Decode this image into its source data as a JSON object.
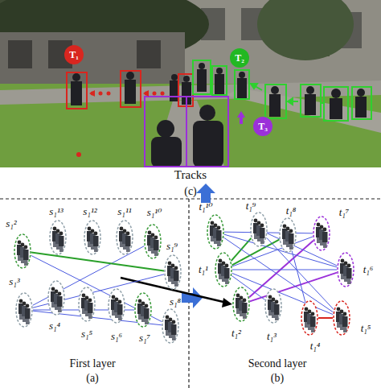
{
  "diagram": {
    "nodes": [
      {
        "text": [
          "T₁"
        ]
      },
      {
        "text": [
          "T₂"
        ]
      },
      {
        "text": [
          "T₃"
        ]
      },
      {
        "text": [
          "s₁²"
        ]
      },
      {
        "text": [
          "s₁¹³"
        ]
      },
      {
        "text": [
          "s₁¹²"
        ]
      },
      {
        "text": [
          "s₁¹¹"
        ]
      },
      {
        "text": [
          "s₁¹⁰"
        ]
      },
      {
        "text": [
          "s₁⁹"
        ]
      },
      {
        "text": [
          "s₁³"
        ]
      },
      {
        "text": [
          "s₁⁴"
        ]
      },
      {
        "text": [
          "s₁⁵"
        ]
      },
      {
        "text": [
          "s₁⁶"
        ]
      },
      {
        "text": [
          "s₁⁷"
        ]
      },
      {
        "text": [
          "s₁⁸"
        ]
      },
      {
        "text": [
          "t₁¹⁰"
        ]
      },
      {
        "text": [
          "t₁⁹"
        ]
      },
      {
        "text": [
          "t₁⁸"
        ]
      },
      {
        "text": [
          "t₁⁷"
        ]
      },
      {
        "text": [
          "t₁¹"
        ]
      },
      {
        "text": [
          "t₁⁶"
        ]
      },
      {
        "text": [
          "t₁²"
        ]
      },
      {
        "text": [
          "t₁³"
        ]
      },
      {
        "text": [
          "t₁⁴"
        ]
      },
      {
        "text": [
          "t₁⁵"
        ]
      }
    ],
    "edges": [
      {
        "from": 9,
        "to": 8,
        "arrow": "none"
      },
      {
        "from": 9,
        "to": 7,
        "arrow": "none"
      },
      {
        "from": 9,
        "to": 13,
        "arrow": "none"
      },
      {
        "from": 9,
        "to": 14,
        "arrow": "none"
      },
      {
        "from": 3,
        "to": 8,
        "arrow": "none"
      },
      {
        "from": 3,
        "to": 14,
        "arrow": "none"
      },
      {
        "from": 19,
        "to": 17,
        "arrow": "none"
      },
      {
        "from": 19,
        "to": 16,
        "arrow": "none"
      },
      {
        "from": 21,
        "to": 18,
        "arrow": "none"
      },
      {
        "from": 21,
        "to": 20,
        "arrow": "none"
      },
      {
        "from": 23,
        "to": 24,
        "arrow": "none"
      },
      {
        "from": 19,
        "to": 18,
        "arrow": "none"
      },
      {
        "from": 19,
        "to": 20,
        "arrow": "none"
      },
      {
        "from": 19,
        "to": 22,
        "arrow": "none"
      },
      {
        "from": 19,
        "to": 24,
        "arrow": "none"
      },
      {
        "from": 15,
        "to": 18,
        "arrow": "none"
      },
      {
        "from": 15,
        "to": 20,
        "arrow": "none"
      },
      {
        "from": 15,
        "to": 24,
        "arrow": "none"
      },
      {
        "from": 16,
        "to": 24,
        "arrow": "none"
      },
      {
        "from": 17,
        "to": 23,
        "arrow": "none"
      },
      {
        "from": 16,
        "to": 20,
        "arrow": "none"
      }
    ],
    "labels": [
      "Tracks",
      "(c)",
      "First layer",
      "(a)",
      "Second layer",
      "(b)"
    ]
  }
}
